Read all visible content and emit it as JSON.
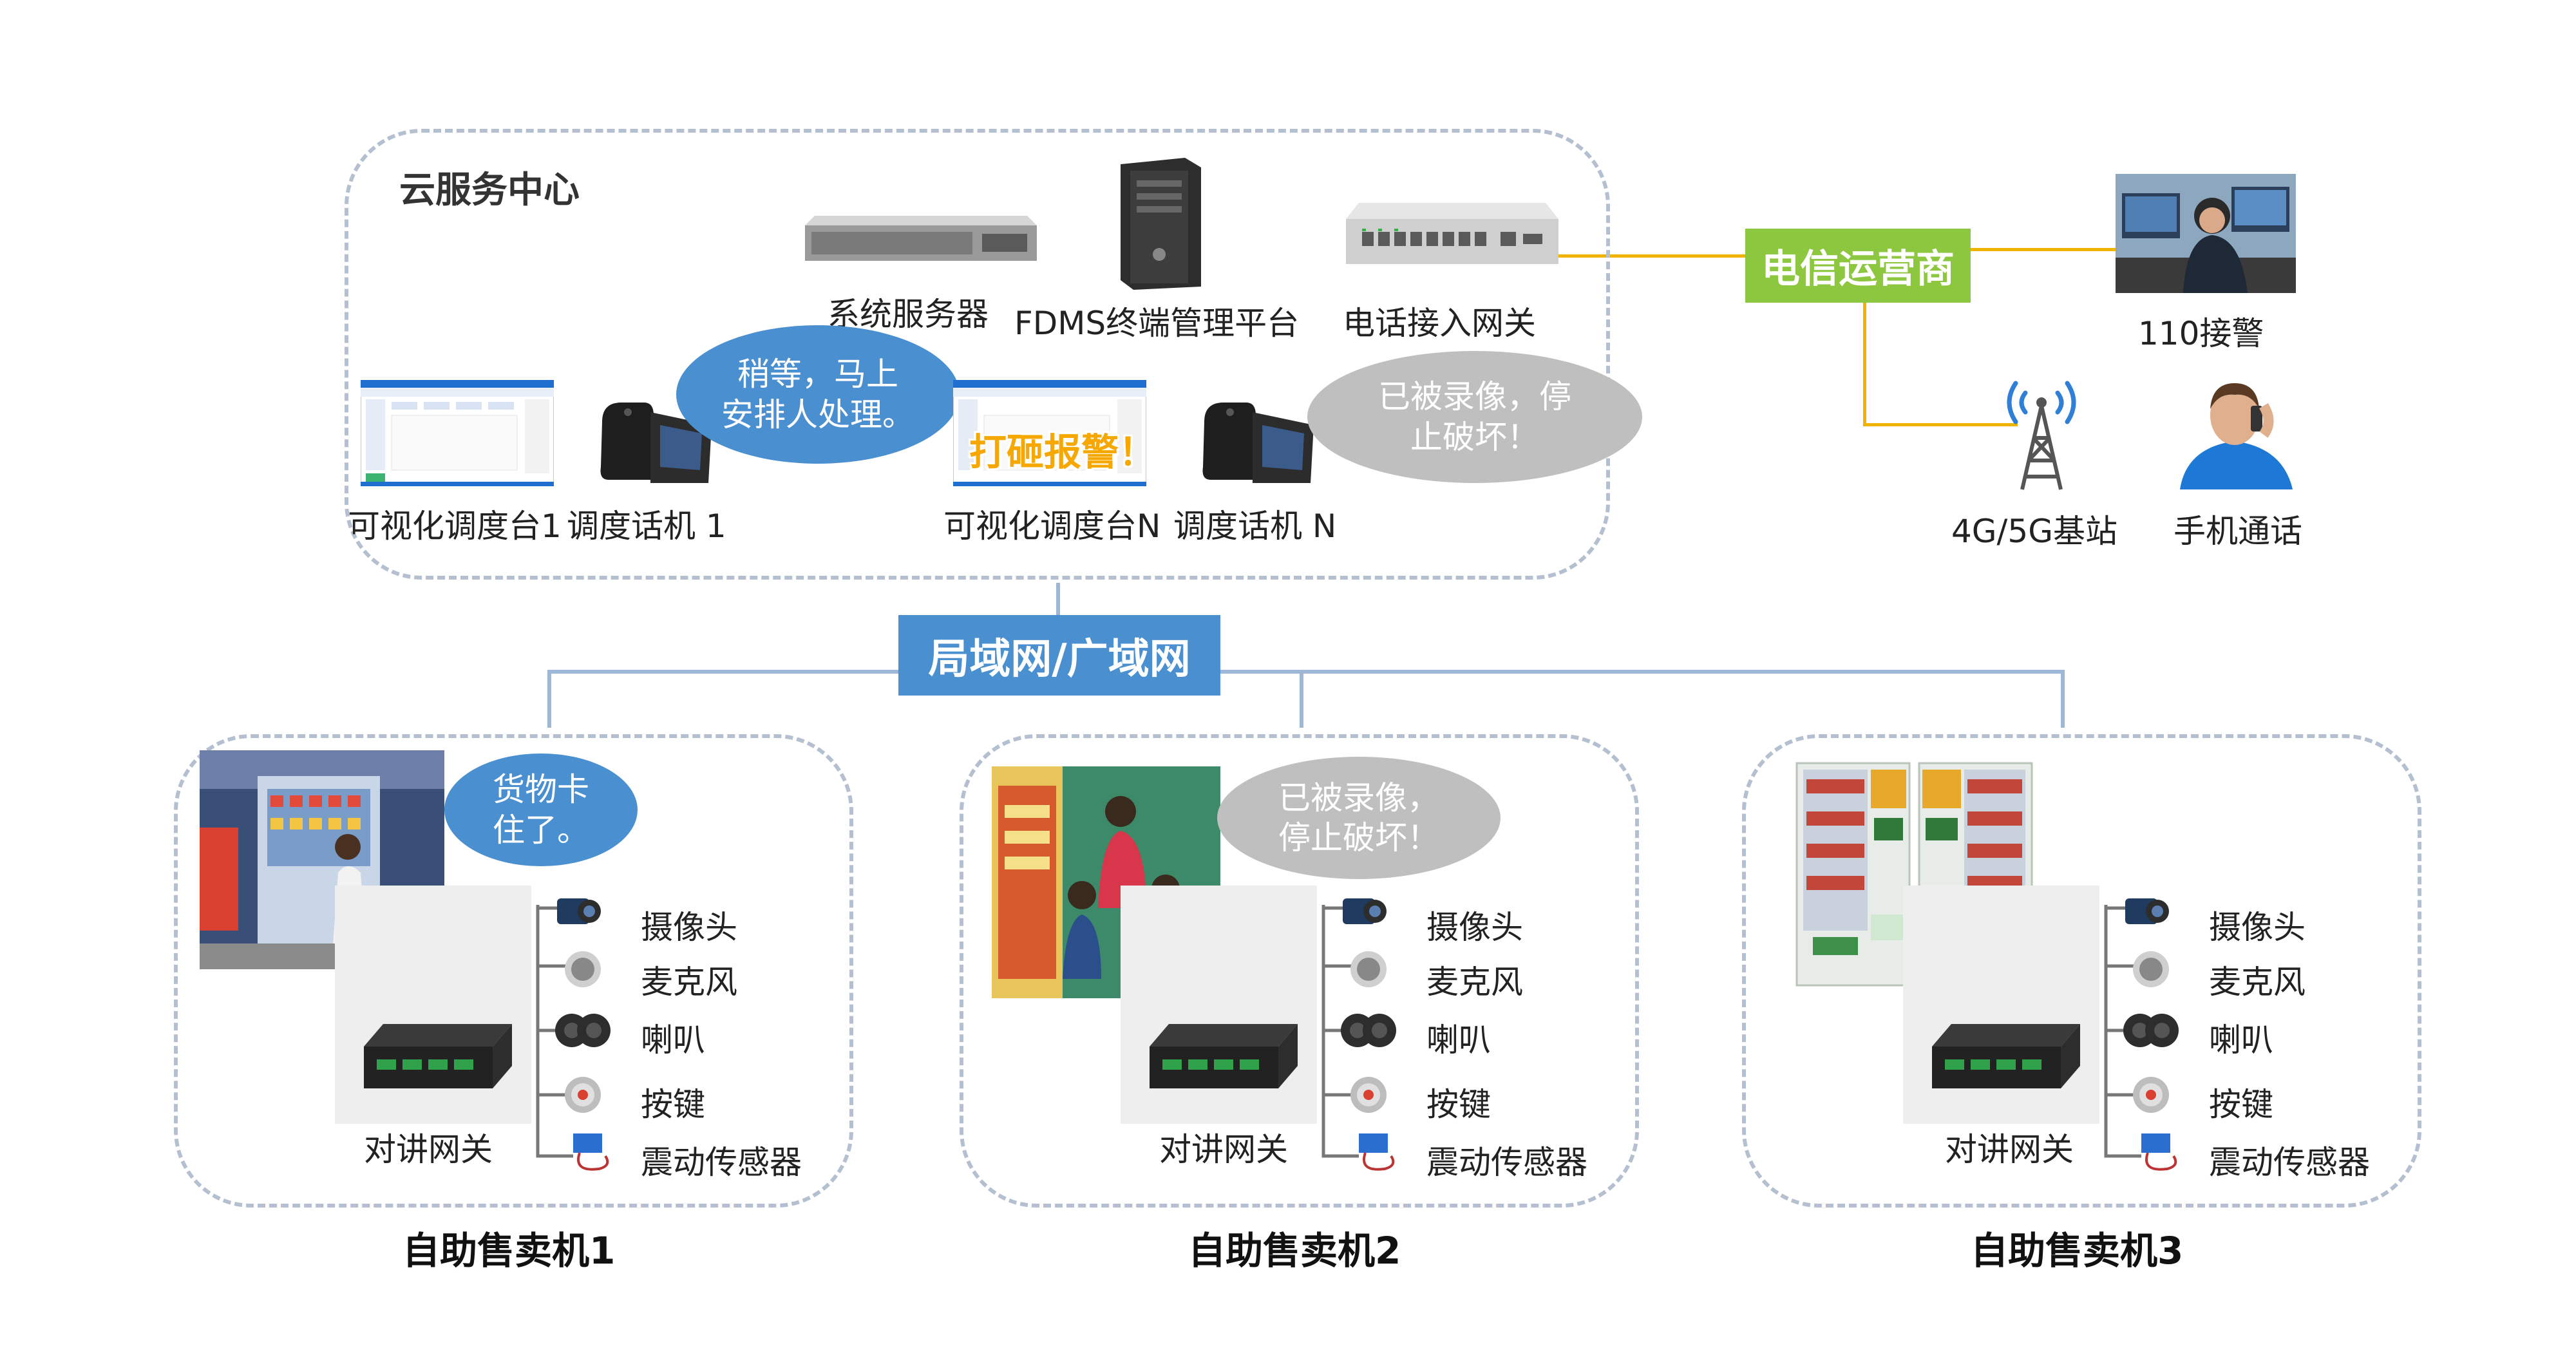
{
  "cloud_center": {
    "title": "云服务中心",
    "system_server": "系统服务器",
    "fdms_platform": "FDMS终端管理平台",
    "phone_gateway": "电话接入网关",
    "console_1": "可视化调度台1",
    "phone_1": "调度话机 1",
    "console_n": "可视化调度台N",
    "phone_n": "调度话机 N",
    "alarm_overlay": "打砸报警！",
    "bubble_1": "稍等，马上\n安排人处理。",
    "bubble_n": "已被录像，停\n止破坏！"
  },
  "carrier": {
    "label": "电信运营商",
    "police": "110接警",
    "base_station": "4G/5G基站",
    "mobile_call": "手机通话"
  },
  "network": {
    "label": "局域网/广域网"
  },
  "machines": [
    {
      "title": "自助售卖机1",
      "bubble": "货物卡\n住了。",
      "gateway": "对讲网关",
      "devices": [
        "摄像头",
        "麦克风",
        "喇叭",
        "按键",
        "震动传感器"
      ]
    },
    {
      "title": "自助售卖机2",
      "bubble": "已被录像，\n停止破坏！",
      "gateway": "对讲网关",
      "devices": [
        "摄像头",
        "麦克风",
        "喇叭",
        "按键",
        "震动传感器"
      ]
    },
    {
      "title": "自助售卖机3",
      "bubble": "",
      "gateway": "对讲网关",
      "devices": [
        "摄像头",
        "麦克风",
        "喇叭",
        "按键",
        "震动传感器"
      ]
    }
  ],
  "colors": {
    "network_blue": "#4a8fd0",
    "carrier_green": "#8dc63f",
    "zone_border": "#b4c0d0",
    "link_yellow": "#f0b400"
  }
}
